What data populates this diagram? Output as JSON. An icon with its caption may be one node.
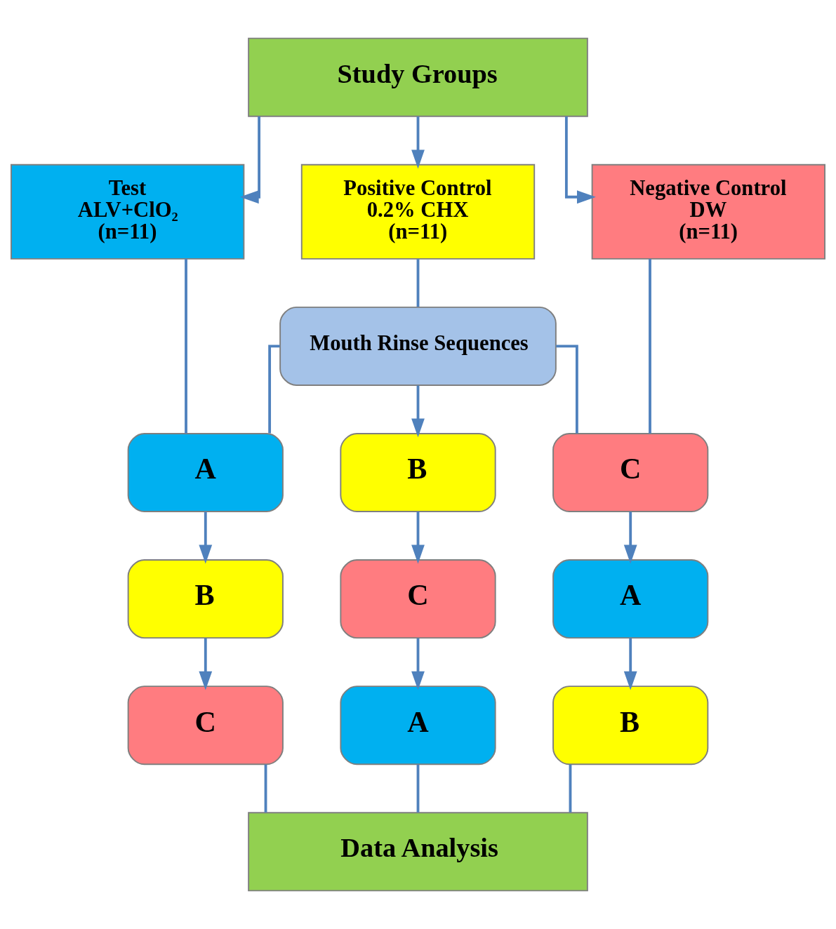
{
  "diagram": {
    "nodes": [
      {
        "text": [
          "Study Groups"
        ]
      },
      {
        "text": [
          "Test",
          "ALV+ClO₂",
          "(n=11)"
        ]
      },
      {
        "text": [
          "Positive Control",
          "0.2% CHX",
          "(n=11)"
        ]
      },
      {
        "text": [
          "Negative Control",
          "DW",
          "(n=11)"
        ]
      },
      {
        "text": [
          "Mouth Rinse Sequences"
        ]
      },
      {
        "text": [
          "A"
        ]
      },
      {
        "text": [
          "B"
        ]
      },
      {
        "text": [
          "C"
        ]
      },
      {
        "text": [
          "B"
        ]
      },
      {
        "text": [
          "C"
        ]
      },
      {
        "text": [
          "A"
        ]
      },
      {
        "text": [
          "C"
        ]
      },
      {
        "text": [
          "A"
        ]
      },
      {
        "text": [
          "B"
        ]
      },
      {
        "text": [
          "Data Analysis"
        ]
      }
    ],
    "edges": [
      {
        "from": 0,
        "to": 1,
        "arrow": "to"
      },
      {
        "from": 0,
        "to": 2,
        "arrow": "to"
      },
      {
        "from": 0,
        "to": 3,
        "arrow": "to"
      },
      {
        "from": 1,
        "to": 5,
        "arrow": "none"
      },
      {
        "from": 2,
        "to": 4,
        "arrow": "none"
      },
      {
        "from": 3,
        "to": 7,
        "arrow": "none"
      },
      {
        "from": 4,
        "to": 5,
        "arrow": "none"
      },
      {
        "from": 4,
        "to": 6,
        "arrow": "to"
      },
      {
        "from": 4,
        "to": 7,
        "arrow": "none"
      },
      {
        "from": 5,
        "to": 8,
        "arrow": "to"
      },
      {
        "from": 6,
        "to": 9,
        "arrow": "to"
      },
      {
        "from": 7,
        "to": 10,
        "arrow": "to"
      },
      {
        "from": 8,
        "to": 11,
        "arrow": "to"
      },
      {
        "from": 9,
        "to": 12,
        "arrow": "to"
      },
      {
        "from": 10,
        "to": 13,
        "arrow": "to"
      },
      {
        "from": 11,
        "to": 14,
        "arrow": "none"
      },
      {
        "from": 12,
        "to": 14,
        "arrow": "none"
      },
      {
        "from": 13,
        "to": 14,
        "arrow": "none"
      }
    ]
  }
}
